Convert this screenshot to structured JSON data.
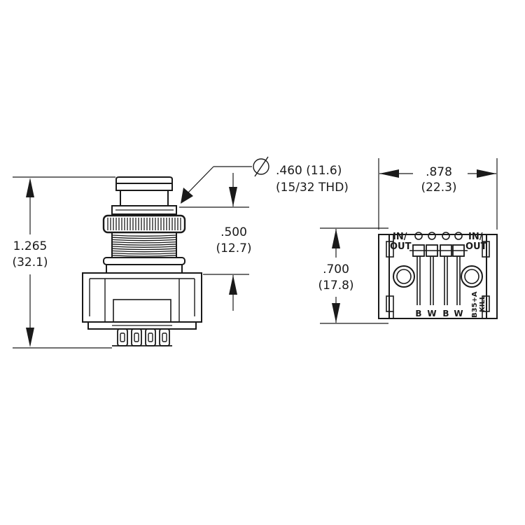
{
  "side_view": {
    "height_in": "1.265",
    "height_mm": "(32.1)",
    "thread_in": ".460 (11.6)",
    "thread_spec": "(15/32 THD)",
    "bushing_in": ".500",
    "bushing_mm": "(12.7)"
  },
  "bottom_view": {
    "width_in": ".878",
    "width_mm": "(22.3)",
    "depth_in": ".700",
    "depth_mm": "(17.8)",
    "in_out_left": [
      "IN/",
      "OUT"
    ],
    "in_out_right": [
      "IN/",
      "OUT"
    ],
    "pin_labels": [
      "B",
      "W",
      "B",
      "W"
    ],
    "model_lines": [
      "B35+A",
      "KILL"
    ]
  }
}
